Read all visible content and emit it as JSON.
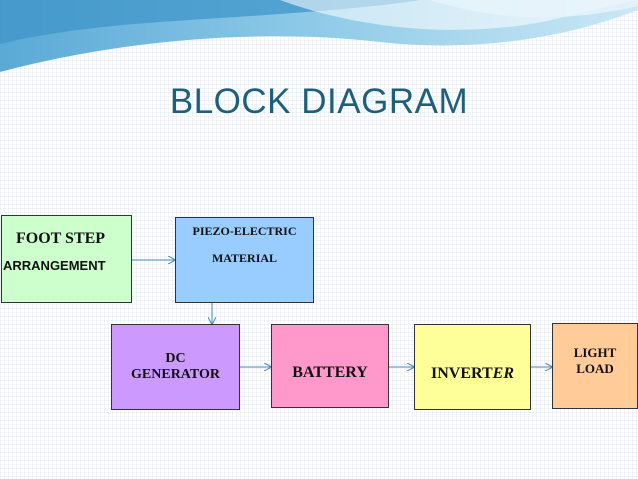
{
  "title": "BLOCK DIAGRAM",
  "colors": {
    "title": "#1f5f7a",
    "foot_step": "#ccffcc",
    "piezo": "#99ccff",
    "dc_generator": "#cc99ff",
    "battery": "#ff99cc",
    "inverter": "#ffff99",
    "light_load": "#ffcc99"
  },
  "blocks": {
    "foot_step": {
      "line1": "FOOT STEP",
      "line2": "ARRANGEMENT"
    },
    "piezo": {
      "line1": "PIEZO-ELECTRIC",
      "line2": "MATERIAL"
    },
    "dc_generator": {
      "line1": "DC",
      "line2": "GENERATOR"
    },
    "battery": {
      "line1": "BATTERY"
    },
    "inverter": {
      "line1a": "INVERT",
      "line1b": "ER"
    },
    "light_load": {
      "line1": "LIGHT",
      "line2": "LOAD"
    }
  }
}
